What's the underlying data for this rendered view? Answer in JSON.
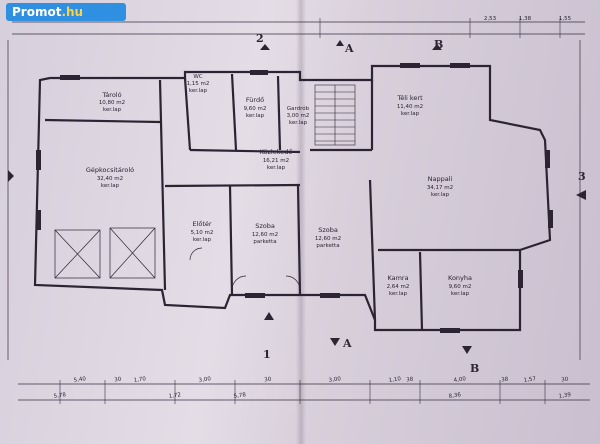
{
  "watermark": {
    "brand": "Promot",
    "domain": ".hu"
  },
  "rooms": {
    "tarolo": {
      "name": "Tároló",
      "area": "10,80 m2",
      "floor": "ker.lap"
    },
    "wc": {
      "name": "WC",
      "area": "1,15 m2",
      "floor": "ker.lap"
    },
    "furdo": {
      "name": "Fürdő",
      "area": "9,60 m2",
      "floor": "ker.lap"
    },
    "gardrob": {
      "name": "Gardrób",
      "area": "3,00 m2",
      "floor": "ker.lap"
    },
    "teli": {
      "name": "Téli kert",
      "area": "11,40 m2",
      "floor": "ker.lap"
    },
    "gepkocsi": {
      "name": "Gépkocsitároló",
      "area": "32,40 m2",
      "floor": "ker.lap"
    },
    "kozlekedo": {
      "name": "Közlekedő",
      "area": "16,21 m2",
      "floor": "ker.lap"
    },
    "nappali": {
      "name": "Nappali",
      "area": "34,17 m2",
      "floor": "ker.lap"
    },
    "eloter": {
      "name": "Előtér",
      "area": "5,10 m2",
      "floor": "ker.lap"
    },
    "szoba1": {
      "name": "Szoba",
      "area": "12,60 m2",
      "floor": "parketta"
    },
    "szoba2": {
      "name": "Szoba",
      "area": "12,60 m2",
      "floor": "parketta"
    },
    "kamra": {
      "name": "Kamra",
      "area": "2,64 m2",
      "floor": "ker.lap"
    },
    "konyha": {
      "name": "Konyha",
      "area": "9,60 m2",
      "floor": "ker.lap"
    }
  },
  "section_marks": {
    "a": "A",
    "b": "B",
    "one": "1",
    "two": "2",
    "three": "3"
  },
  "dims_bottom_row1": [
    "5,40",
    "30",
    "1,70",
    "3,00",
    "30",
    "3,00",
    "1,10",
    "38",
    "4,00",
    "38",
    "1,57",
    "30"
  ],
  "dims_bottom_row2": [
    "5,78",
    "1,72",
    "5,78",
    "8,36",
    "1,39"
  ],
  "dims_top": [
    "2,53",
    "1,38",
    "1,55"
  ]
}
